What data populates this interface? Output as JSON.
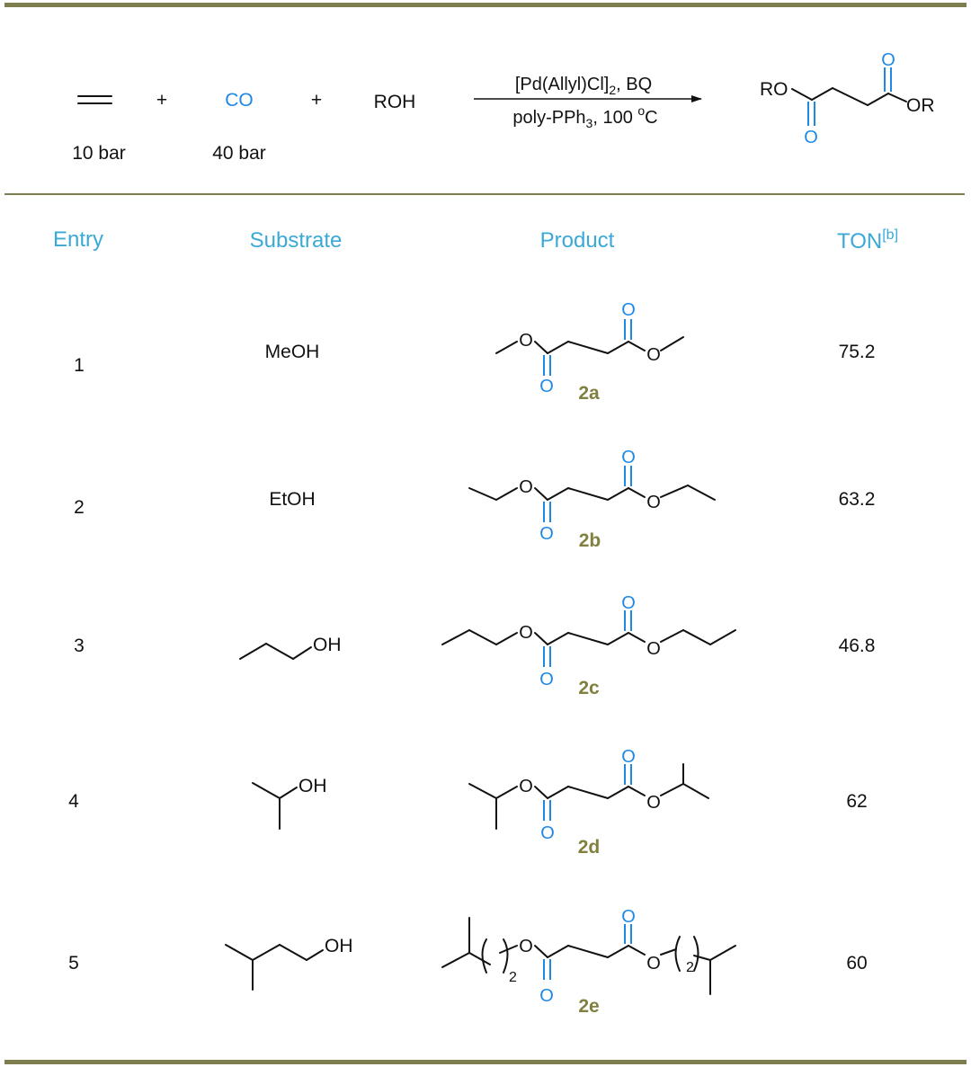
{
  "scheme": {
    "ethylene_pressure": "10 bar",
    "co_label": "CO",
    "co_pressure": "40 bar",
    "plus": "+",
    "roh": "ROH",
    "conditions_top_a": "[Pd(Allyl)Cl]",
    "conditions_top_sub": "2",
    "conditions_top_b": ", BQ",
    "conditions_bottom_a": "poly-PPh",
    "conditions_bottom_sub": "3",
    "conditions_bottom_b": ", 100 ",
    "conditions_bottom_sup": "o",
    "conditions_bottom_c": "C",
    "product_ro": "RO",
    "product_or": "OR",
    "atom_o": "O"
  },
  "table": {
    "headers": {
      "entry": "Entry",
      "substrate": "Substrate",
      "product": "Product",
      "ton": "TON",
      "ton_sup": "[b]"
    },
    "rows": [
      {
        "entry": "1",
        "substrate": "MeOH",
        "product_label": "2a",
        "ton": "75.2"
      },
      {
        "entry": "2",
        "substrate": "EtOH",
        "product_label": "2b",
        "ton": "63.2"
      },
      {
        "entry": "3",
        "substrate": "OH",
        "product_label": "2c",
        "ton": "46.8"
      },
      {
        "entry": "4",
        "substrate": "OH",
        "product_label": "2d",
        "ton": "62"
      },
      {
        "entry": "5",
        "substrate": "OH",
        "product_label": "2e",
        "ton": "60"
      }
    ],
    "subscript_two": "2"
  },
  "colors": {
    "rule": "#7d7d4f",
    "header": "#3aa9d6",
    "oxygen": "#1e88e5",
    "label": "#808040"
  }
}
